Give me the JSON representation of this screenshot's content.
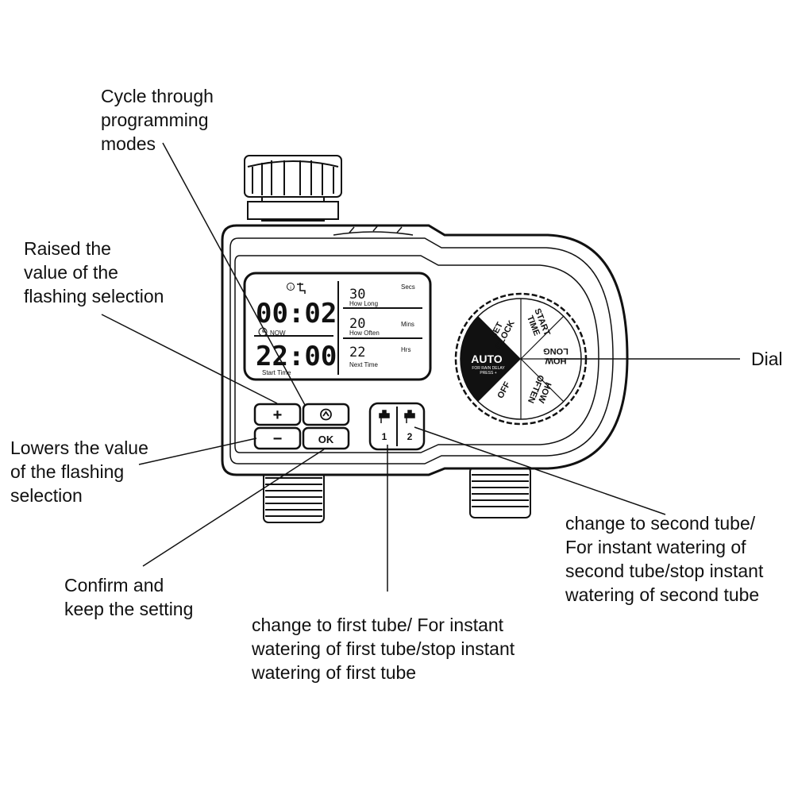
{
  "callouts": {
    "cycle_modes": [
      "Cycle through",
      "programming",
      "modes"
    ],
    "raise_value": [
      "Raised the",
      "value of the",
      "flashing selection"
    ],
    "lower_value": [
      "Lowers the value",
      "of the flashing",
      "selection"
    ],
    "confirm": [
      "Confirm and",
      "keep the setting"
    ],
    "first_tube": [
      "change to first tube/ For instant",
      "watering of first tube/stop instant",
      "watering of first tube"
    ],
    "second_tube": [
      "change to second tube/",
      "For instant watering of",
      "second tube/stop instant",
      "watering of second tube"
    ],
    "dial": [
      "Dial"
    ]
  },
  "display": {
    "top_time": "00:02",
    "top_label": "NOW",
    "bottom_time": "22:00",
    "bottom_label": "Start Time",
    "rows": [
      {
        "value": "30",
        "unit": "Secs",
        "label": "How Long"
      },
      {
        "value": "20",
        "unit": "Mins",
        "label": "How Often"
      },
      {
        "value": "22",
        "unit": "Hrs",
        "label": "Next Time"
      }
    ]
  },
  "buttons": {
    "plus": "+",
    "minus": "−",
    "ok": "OK",
    "tube1": "1",
    "tube2": "2"
  },
  "dial": {
    "auto": "AUTO",
    "auto_sub1": "FOR RAIN DELAY",
    "auto_sub2": "PRESS +",
    "set_clock_1": "SET",
    "set_clock_2": "CLOCK",
    "start_time_1": "START",
    "start_time_2": "TIME",
    "how_long_1": "HOW",
    "how_long_2": "LONG",
    "how_often_1": "HOW",
    "how_often_2": "OFTEN",
    "off": "OFF"
  },
  "icons": [
    "tap-icon",
    "info-icon",
    "clock-icon",
    "mode-cycle-icon",
    "tap-1-icon",
    "tap-2-icon"
  ]
}
